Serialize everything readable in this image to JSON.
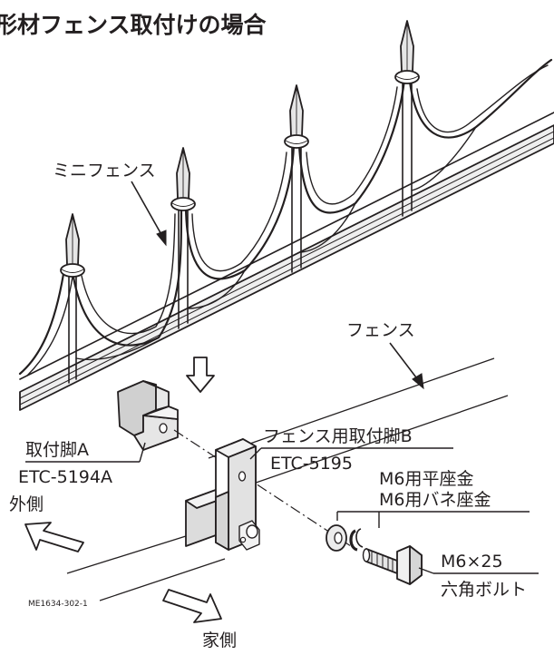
{
  "title": "形材フェンス取付けの場合",
  "labels": {
    "mini_fence": "ミニフェンス",
    "fence": "フェンス",
    "leg_a_name": "取付脚A",
    "leg_a_code": "ETC-5194A",
    "leg_b_name": "フェンス用取付脚B",
    "leg_b_code": "ETC-5195",
    "flat_washer": "M6用平座金",
    "spring_washer": "M6用バネ座金",
    "bolt_size": "M6×25",
    "bolt_type": "六角ボルト",
    "outside": "外側",
    "house_side": "家側",
    "figure_code": "ME1634-302-1"
  },
  "colors": {
    "line": "#231f20",
    "face_light": "#ffffff",
    "face_shade": "#e8e8e8",
    "face_dark": "#cfcfcf"
  }
}
